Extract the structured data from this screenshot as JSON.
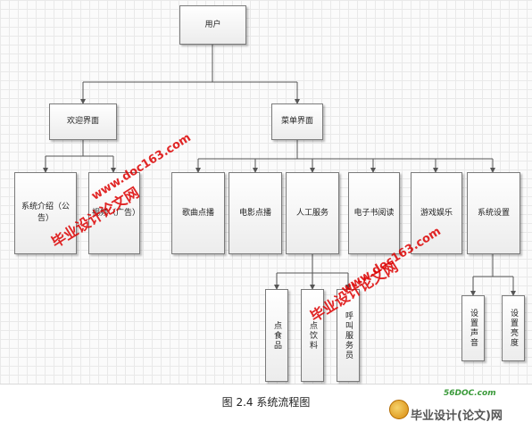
{
  "diagram": {
    "nodes": {
      "user": "用户",
      "welcome": "欢迎界面",
      "menu": "菜单界面",
      "sys_intro": "系统介绍（公告）",
      "video_ad": "视频（广告）",
      "song": "歌曲点播",
      "movie": "电影点播",
      "service": "人工服务",
      "ebook": "电子书阅读",
      "game": "游戏娱乐",
      "settings": "系统设置",
      "order_food": "点食品",
      "order_drink": "点饮料",
      "call_staff": "呼叫服务员",
      "set_sound": "设置声音",
      "set_brightness": "设置亮度"
    },
    "caption": "图 2.4 系统流程图"
  },
  "watermarks": {
    "cn": "毕业设计论文网",
    "url": "www.doc163.com"
  },
  "logo": {
    "site": "56DOC.com",
    "text": "毕业设计(论文)网"
  }
}
